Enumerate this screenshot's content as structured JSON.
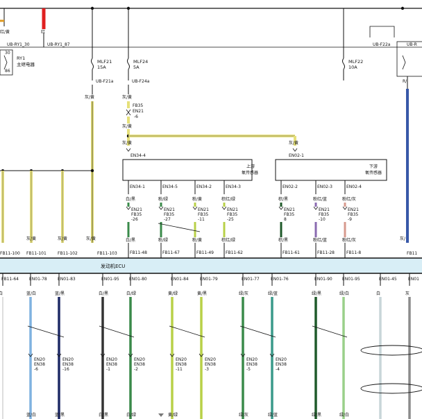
{
  "relay": {
    "id": "RY1",
    "name": "主继电器",
    "pin_30": "30",
    "pin_86": "86"
  },
  "top_labels": {
    "ry1_30": "UB-RY1_30",
    "ry1_87": "UB-RY1_87",
    "f22a": "UB-F22a",
    "left_color": "红/黄",
    "red_color": "红",
    "right_partial": "UB-R"
  },
  "fuses": [
    {
      "name": "MLF21",
      "rating": "15A",
      "out": "UB-F21a",
      "wire": "灰/黄"
    },
    {
      "name": "MLF24",
      "rating": "5A",
      "out": "UB-F24a",
      "wire": "灰/黄"
    },
    {
      "name": "MLF22",
      "rating": "10A",
      "out": "",
      "wire": ""
    }
  ],
  "middle_wires": {
    "fb35": "FB35",
    "en21": "EN21",
    "pin": "-6",
    "wire_lower": "灰/黄"
  },
  "sensors": [
    {
      "connector": "EN34-4",
      "title1": "上游",
      "title2": "氧传感器"
    },
    {
      "connector": "EN02-1",
      "title1": "下游",
      "title2": "氧传感器"
    }
  ],
  "sensor_pins": [
    {
      "pin": "EN34-1",
      "color": "白/黑",
      "sp": [
        "EN21",
        "FB35",
        "-26"
      ],
      "bottom_color": "白/黑",
      "fb": "FB11-48"
    },
    {
      "pin": "EN34-5",
      "color": "粉/绿",
      "sp": [
        "EN21",
        "FB35",
        "-27"
      ],
      "bottom_color": "粉/绿",
      "fb": "FB11-67"
    },
    {
      "pin": "EN34-2",
      "color": "粉/黄",
      "sp": [
        "EN21",
        "FB35",
        "-11"
      ],
      "bottom_color": "粉/黄",
      "fb": "FB11-49"
    },
    {
      "pin": "EN34-3",
      "color": "棕红/绿",
      "sp": [
        "EN21",
        "FB35",
        "-25"
      ],
      "bottom_color": "棕红/绿",
      "fb": "FB11-62"
    },
    {
      "pin": "EN02-2",
      "color": "棕/黑",
      "sp": [
        "EN21",
        "FB35",
        "8"
      ],
      "bottom_color": "棕/黑",
      "fb": "FB11-61"
    },
    {
      "pin": "EN02-3",
      "color": "粉红/蓝",
      "sp": [
        "EN21",
        "FB35",
        "-10"
      ],
      "bottom_color": "粉红/蓝",
      "fb": "FB11-28"
    },
    {
      "pin": "EN02-4",
      "color": "粉红/灰",
      "sp": [
        "EN21",
        "FB35",
        "-9"
      ],
      "bottom_color": "粉红/灰",
      "fb": "FB11-8"
    }
  ],
  "left_fb": [
    {
      "color": "灰/黄",
      "fb": "FB11-100"
    },
    {
      "color": "灰/黄",
      "fb": "FB11-101"
    },
    {
      "color": "灰/黄",
      "fb": "FB11-102"
    },
    {
      "color": "灰/黄",
      "fb": "FB11-103"
    }
  ],
  "right_partial": {
    "top_color": "R/",
    "bottom_color": "灰/",
    "fb": "FB11"
  },
  "ecu": {
    "label": "发动机ECU"
  },
  "bottom_pins": [
    {
      "pin": "FB11-64",
      "color_top": "白",
      "sp": [],
      "color_bottom": ""
    },
    {
      "pin": "EN01-78",
      "color_top": "蓝/白",
      "sp": [
        "EN20",
        "EN38",
        "-6"
      ],
      "color_bottom": "蓝/白"
    },
    {
      "pin": "EN01-83",
      "color_top": "蓝/黑",
      "sp": [
        "EN20",
        "EN38",
        "-16"
      ],
      "color_bottom": "蓝/黑"
    },
    {
      "pin": "EN01-95",
      "color_top": "白/黑",
      "sp": [
        "EN20",
        "EN38",
        "-1"
      ],
      "color_bottom": "白/黑"
    },
    {
      "pin": "EN01-80",
      "color_top": "白/绿",
      "sp": [
        "EN20",
        "EN38",
        "-2"
      ],
      "color_bottom": "白/绿"
    },
    {
      "pin": "EN01-84",
      "color_top": "黄/绿",
      "sp": [
        "EN20",
        "EN38",
        "-11"
      ],
      "color_bottom": "黄/绿"
    },
    {
      "pin": "EN01-79",
      "color_top": "黄/黑",
      "sp": [
        "EN20",
        "EN38",
        "-3"
      ],
      "color_bottom": ""
    },
    {
      "pin": "EN01-77",
      "color_top": "绿/灰",
      "sp": [
        "EN20",
        "EN38",
        "-5"
      ],
      "color_bottom": "绿/灰"
    },
    {
      "pin": "EN01-76",
      "color_top": "绿/蓝",
      "sp": [
        "EN20",
        "EN38",
        "-4"
      ],
      "color_bottom": "绿/蓝"
    },
    {
      "pin": "EN01-90",
      "color_top": "绿/黑",
      "sp": [],
      "color_bottom": "绿/黑"
    },
    {
      "pin": "EN01-95",
      "color_top": "绿/白",
      "sp": [],
      "color_bottom": "绿/白"
    },
    {
      "pin": "EN01-45",
      "color_top": "白",
      "sp": [],
      "color_bottom": ""
    },
    {
      "pin": "EN01",
      "color_top": "灰",
      "sp": [],
      "color_bottom": ""
    }
  ],
  "colors": {
    "ecu_bar": "#d8eef6",
    "yellow": "#e6e07a",
    "red": "#e02020",
    "blue": "#3858a8",
    "green": "#3a8a4a",
    "lightblue": "#7fb2e0",
    "navy": "#1e2a66",
    "gray": "#8c8c8c",
    "darkgreen": "#1f5a2a",
    "pink": "#d79a8e",
    "purple": "#8a6ab0",
    "yellowgreen": "#b8d048",
    "teal": "#3a9a8a",
    "lightgreen": "#9ad08a"
  }
}
